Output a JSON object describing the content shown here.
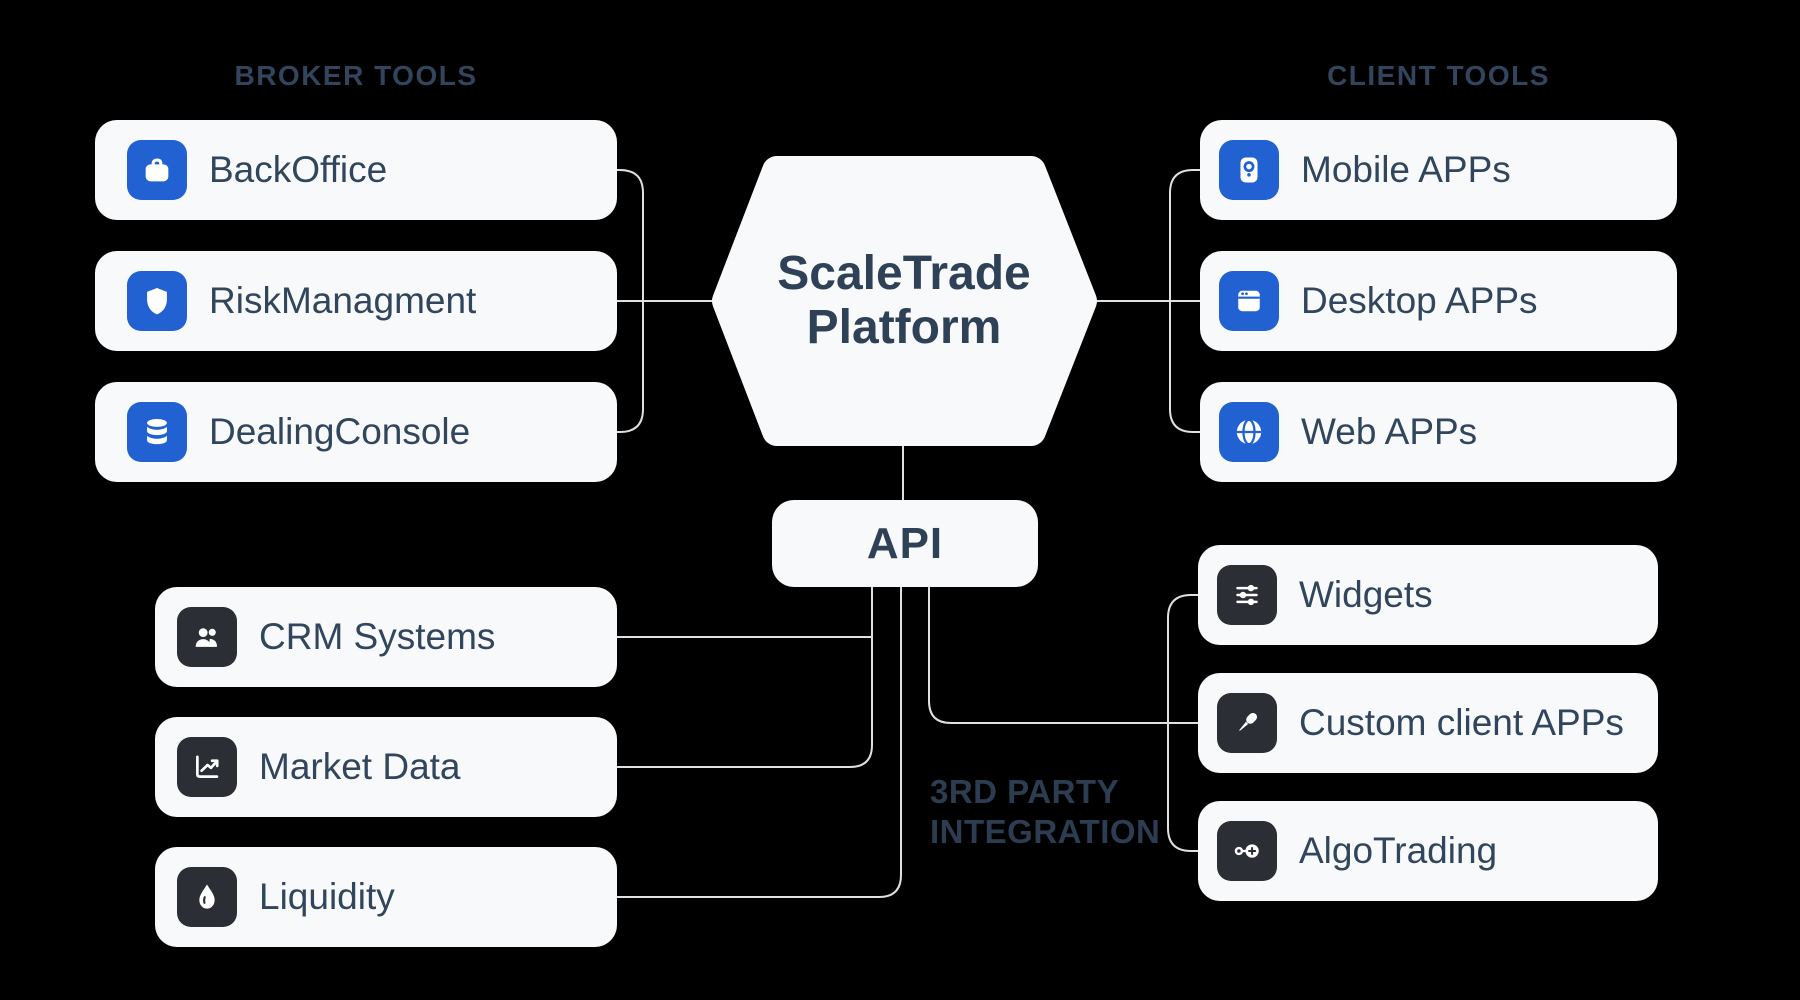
{
  "colors": {
    "background": "#000000",
    "card_bg": "#f8f9fb",
    "accent_blue": "#2161d2",
    "dark_icon_bg": "#2b2e34",
    "text_navy": "#31455c",
    "header_navy": "#32455c",
    "connector_gray": "#dfe0e2"
  },
  "center": {
    "platform_line1": "ScaleTrade",
    "platform_line2": "Platform",
    "api_label": "API",
    "third_party": {
      "line1": "3RD PARTY",
      "line2": "INTEGRATION"
    }
  },
  "groups": {
    "broker": {
      "title": "BROKER TOOLS",
      "items": [
        {
          "label": "BackOffice",
          "icon": "briefcase-icon",
          "icon_style": "blue"
        },
        {
          "label": "RiskManagment",
          "icon": "shield-icon",
          "icon_style": "blue"
        },
        {
          "label": "DealingConsole",
          "icon": "database-icon",
          "icon_style": "blue"
        }
      ]
    },
    "client": {
      "title": "CLIENT TOOLS",
      "items": [
        {
          "label": "Mobile APPs",
          "icon": "mobile-app-icon",
          "icon_style": "blue"
        },
        {
          "label": "Desktop APPs",
          "icon": "browser-window-icon",
          "icon_style": "blue"
        },
        {
          "label": "Web APPs",
          "icon": "globe-icon",
          "icon_style": "blue"
        }
      ]
    },
    "integrations": {
      "items": [
        {
          "label": "CRM Systems",
          "icon": "users-icon",
          "icon_style": "dark"
        },
        {
          "label": "Market Data",
          "icon": "chart-growth-icon",
          "icon_style": "dark"
        },
        {
          "label": "Liquidity",
          "icon": "droplet-icon",
          "icon_style": "dark"
        }
      ]
    },
    "extensions": {
      "items": [
        {
          "label": "Widgets",
          "icon": "sliders-icon",
          "icon_style": "dark"
        },
        {
          "label": "Custom client APPs",
          "icon": "eyedropper-icon",
          "icon_style": "dark"
        },
        {
          "label": "AlgoTrading",
          "icon": "key-icon",
          "icon_style": "dark"
        }
      ]
    }
  }
}
